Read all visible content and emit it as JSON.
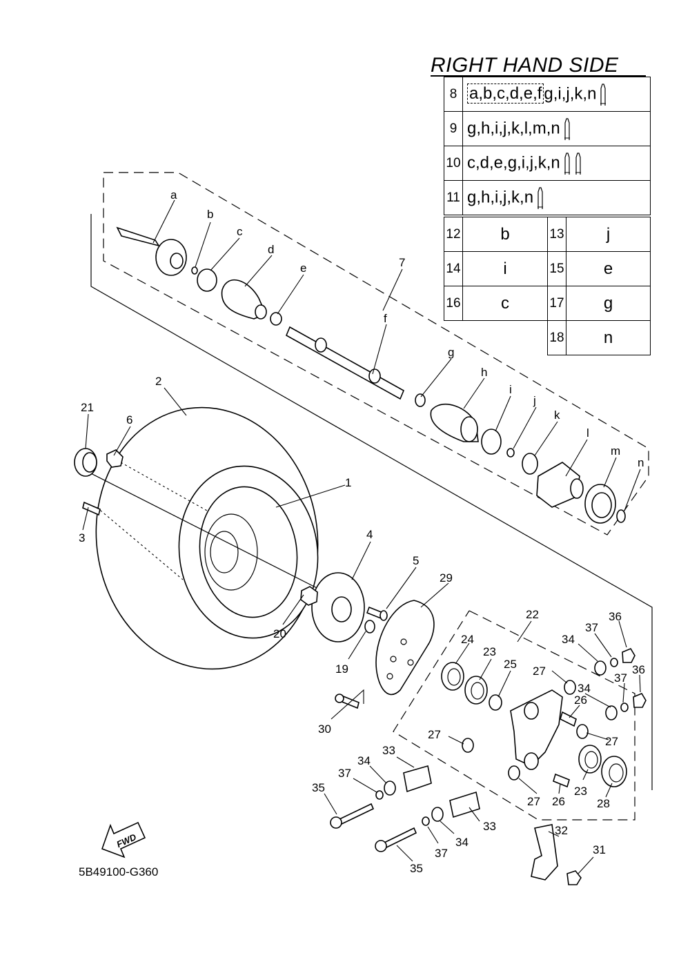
{
  "header": {
    "title": "RIGHT HAND SIDE"
  },
  "kit_table": {
    "rows": [
      {
        "num": "8",
        "boxed": "a,b,c,d,e,f",
        "rest": "g,i,j,k,n",
        "tubes": 1
      },
      {
        "num": "9",
        "boxed": "",
        "rest": "g,h,i,j,k,l,m,n",
        "tubes": 1
      },
      {
        "num": "10",
        "boxed": "",
        "rest": "c,d,e,g,i,j,k,n",
        "tubes": 2
      },
      {
        "num": "11",
        "boxed": "",
        "rest": "g,h,i,j,k,n",
        "tubes": 1
      }
    ],
    "pairs": [
      {
        "left_num": "12",
        "left_val": "b",
        "right_num": "13",
        "right_val": "j"
      },
      {
        "left_num": "14",
        "left_val": "i",
        "right_num": "15",
        "right_val": "e"
      },
      {
        "left_num": "16",
        "left_val": "c",
        "right_num": "17",
        "right_val": "g"
      },
      {
        "left_num": "",
        "left_val": "",
        "right_num": "18",
        "right_val": "n"
      }
    ],
    "tube_icon": "grease-tube-icon"
  },
  "callouts": {
    "letters": [
      "a",
      "b",
      "c",
      "d",
      "e",
      "f",
      "g",
      "h",
      "i",
      "j",
      "k",
      "l",
      "m",
      "n"
    ],
    "numbers": [
      "1",
      "2",
      "3",
      "4",
      "5",
      "6",
      "7",
      "19",
      "20",
      "21",
      "22",
      "23",
      "23",
      "24",
      "25",
      "26",
      "26",
      "27",
      "27",
      "27",
      "27",
      "28",
      "29",
      "30",
      "31",
      "32",
      "33",
      "33",
      "34",
      "34",
      "34",
      "34",
      "35",
      "35",
      "36",
      "36",
      "37",
      "37",
      "37",
      "37"
    ]
  },
  "fwd_arrow": {
    "label": "FWD",
    "icon": "forward-arrow-icon"
  },
  "reference_code": "5B49100-G360"
}
